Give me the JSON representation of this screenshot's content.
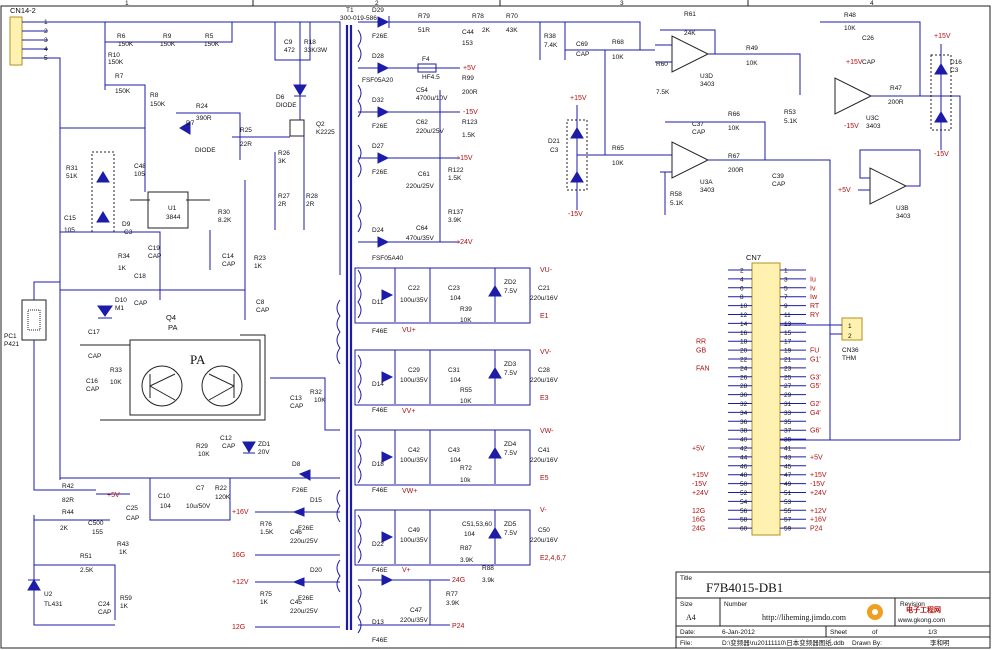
{
  "labels": {
    "cn14": "CN14-2",
    "t1": "T1",
    "t1_code": "300-019-586",
    "cn7": "CN7",
    "cn36": "CN36",
    "thm": "THM",
    "pc1": "PC1",
    "p421": "P421",
    "u1": "U1",
    "u1v": "3844",
    "u2": "U2",
    "u2v": "TL431",
    "q2": "Q2",
    "q2v": "K2225",
    "q4": "Q4",
    "q4v": "PA",
    "pa": "PA",
    "u3d": "U3D",
    "u3a": "U3A",
    "u3c": "U3C",
    "u3b": "U3B",
    "op": "3403",
    "r6": "R6",
    "r6v": "150K",
    "r9": "R9",
    "r9v": "150K",
    "r5": "R5",
    "r5v": "150K",
    "r10": "R10",
    "r10v": "150K",
    "r7": "R7",
    "r7v": "150K",
    "r8": "R8",
    "r8v": "150K",
    "r18": "R18",
    "r18v": "33K/3W",
    "c9": "C9",
    "c9v": "472",
    "d6": "D6",
    "d6v": "DIODE",
    "r24": "R24",
    "r24v": "390R",
    "d7": "D7",
    "d7v": "DIODE",
    "r25": "R25",
    "r25v": "22R",
    "r26": "R26",
    "r26v": "3K",
    "r27": "R27",
    "r27v": "2R",
    "r28": "R28",
    "r28v": "2R",
    "r30": "R30",
    "r30v": "8.2K",
    "r31": "R31",
    "r31v": "51K",
    "c48": "C48",
    "c48v": "105",
    "c15": "C15",
    "c15v": "105",
    "d9": "D9",
    "d9v": "C3",
    "r34": "R34",
    "r34v": "1K",
    "c19": "C19",
    "c19v": "CAP",
    "c18": "C18",
    "c18v": "CAP",
    "c14": "C14",
    "c14v": "CAP",
    "r23": "R23",
    "r23v": "1K",
    "c8": "C8",
    "c8v": "CAP",
    "d10": "D10",
    "d10v": "M1",
    "c17": "C17",
    "c17v": "CAP",
    "r33": "R33",
    "r33v": "10K",
    "c16": "C16",
    "c16v": "CAP",
    "r32": "R32",
    "r32v": "10K",
    "c13": "C13",
    "c13v": "CAP",
    "r29": "R29",
    "r29v": "10K",
    "c12": "C12",
    "c12v": "CAP",
    "zd1": "ZD1",
    "zd1v": "20V",
    "d8": "D8",
    "d8v": "F26E",
    "c10": "C10",
    "c10v": "104",
    "c7": "C7",
    "c7v": "10u/50V",
    "r22": "R22",
    "r22v": "120K",
    "r42": "R42",
    "r42v": "82R",
    "r44": "R44",
    "r44v": "2K",
    "c500": "C500",
    "c500v": "155",
    "c25": "C25",
    "c25v": "CAP",
    "r43": "R43",
    "r43v": "1K",
    "r51": "R51",
    "r51v": "2.5K",
    "c24": "C24",
    "c24v": "CAP",
    "r59": "R59",
    "r59v": "1K",
    "d29": "D29",
    "d29v": "F26E",
    "r79": "R79",
    "r79v": "51R",
    "r78": "R78",
    "r78v": "2K",
    "c44": "C44",
    "c44v": "153",
    "r70": "R70",
    "r70v": "43K",
    "r38": "R38",
    "r38v": "7.4K",
    "c69": "C69",
    "c69v": "CAP",
    "d28": "D28",
    "d28v": "FSF05A20",
    "f4": "F4",
    "f4v": "HF4.5",
    "c54": "C54",
    "c54v": "4700u/10V",
    "r99": "R99",
    "r99v": "200R",
    "d32": "D32",
    "d32v": "F26E",
    "c62": "C62",
    "c62v": "220u/25V",
    "r123": "R123",
    "r123v": "1.5K",
    "d27": "D27",
    "d27v": "F26E",
    "c61": "C61",
    "c61v": "220u/25V",
    "r122": "R122",
    "r122v": "1.5K",
    "r137": "R137",
    "r137v": "3.9K",
    "d24": "D24",
    "d24v": "FSF05A40",
    "c64": "C64",
    "c64v": "470u/35V",
    "d11": "D11",
    "c22": "C22",
    "c22v": "100u/35V",
    "c23": "C23",
    "c23v": "104",
    "r39": "R39",
    "r39v": "10K",
    "zd2": "ZD2",
    "c21": "C21",
    "d14": "D14",
    "c29": "C29",
    "c31": "C31",
    "r55": "R55",
    "zd3": "ZD3",
    "c28": "C28",
    "d18": "D18",
    "c42": "C42",
    "c43": "C43",
    "r72": "R72",
    "r72v": "10k",
    "zd4": "ZD4",
    "c41": "C41",
    "d22": "D22",
    "c49": "C49",
    "c51": "C51,53,60",
    "r87": "R87",
    "r87v": "3.9K",
    "r88": "R88",
    "r88v": "3.9k",
    "zd5": "ZD5",
    "c50": "C50",
    "d13": "D13",
    "c47": "C47",
    "r77": "R77",
    "r77v": "3.9K",
    "d15": "D15",
    "r76": "R76",
    "r76v": "1.5K",
    "c46": "C46",
    "d20": "D20",
    "r75": "R75",
    "r75v": "1K",
    "c45": "C45",
    "f46e": "F46E",
    "f26e": "F26E",
    "v75": "7.5V",
    "c104": "104",
    "c100u": "100u/35V",
    "c220u16": "220u/16V",
    "c220u25": "220u/25V",
    "c47v": "220u/35V",
    "r61": "R61",
    "r61v": "24K",
    "r60": "R60",
    "r60v": "7.5K",
    "r68": "R68",
    "r68v": "10K",
    "r49": "R49",
    "r49v": "10K",
    "d21": "D21",
    "d21v": "C3",
    "r65": "R65",
    "r65v": "10K",
    "c37": "C37",
    "c37v": "CAP",
    "r66": "R66",
    "r66v": "10K",
    "r58": "R58",
    "r58v": "5.1K",
    "r67": "R67",
    "r67v": "200R",
    "c39": "C39",
    "c39v": "CAP",
    "r48": "R48",
    "r48v": "10K",
    "c26": "C26",
    "c26v": "CAP",
    "r53": "R53",
    "r53v": "5.1K",
    "r47": "R47",
    "r47v": "200R",
    "d16": "D16",
    "d16v": "C3"
  },
  "nets": {
    "p5v": "+5V",
    "m15v": "-15V",
    "p15v": "+15V",
    "p24v": "+24V",
    "p16v": "+16V",
    "p12v": "+12V",
    "g16": "16G",
    "g12": "12G",
    "g24": "24G",
    "p24": "P24",
    "vu_m": "VU-",
    "vu_p": "VU+",
    "e1": "E1",
    "vv_m": "VV-",
    "vv_p": "VV+",
    "e3": "E3",
    "vw_m": "VW-",
    "vw_p": "VW+",
    "e5": "E5",
    "v_m": "V-",
    "v_p": "V+",
    "e2467": "E2,4,6,7"
  },
  "cn7": {
    "left_pins": [
      "2",
      "4",
      "6",
      "8",
      "10",
      "12",
      "14",
      "16",
      "18",
      "20",
      "22",
      "24",
      "26",
      "28",
      "30",
      "32",
      "34",
      "36",
      "38",
      "40",
      "42",
      "44",
      "46",
      "48",
      "50",
      "52",
      "54",
      "56",
      "58",
      "60"
    ],
    "right_pins": [
      "1",
      "3",
      "5",
      "7",
      "9",
      "11",
      "13",
      "15",
      "17",
      "19",
      "21",
      "23",
      "25",
      "27",
      "29",
      "31",
      "33",
      "35",
      "37",
      "39",
      "41",
      "43",
      "45",
      "47",
      "49",
      "51",
      "53",
      "55",
      "57",
      "59"
    ],
    "right_signals": [
      "Iu",
      "Iv",
      "Iw",
      "RT",
      "RY",
      "FU",
      "G1'",
      "G3'",
      "G5'",
      "G2'",
      "G4'",
      "G6'"
    ],
    "left_signals": [
      "RR",
      "GB",
      "FAN"
    ],
    "left_power": [
      "+5V",
      "+15V",
      "-15V",
      "+24V",
      "12G",
      "16G",
      "24G"
    ],
    "right_power": [
      "+5V",
      "+15V",
      "-15V",
      "+24V",
      "+12V",
      "+16V",
      "P24"
    ]
  },
  "title_block": {
    "title_label": "Title",
    "title": "F7B4015-DB1",
    "size_label": "Size",
    "size": "A4",
    "number_label": "Number",
    "url": "http://liheming.jimdo.com",
    "revision_label": "Revision",
    "date_label": "Date:",
    "date": "6-Jan-2012",
    "sheet_label": "Sheet",
    "sheet_of": "of",
    "sheet": "1/3",
    "file_label": "File:",
    "file": "D:\\变频器\\ru20111110\\日本变频器图纸.ddb",
    "drawn_label": "Drawn By:",
    "drawn_by": "李和明"
  },
  "watermark": {
    "cn": "电子工程网",
    "url": "www.gkong.com"
  },
  "grid": {
    "top": [
      "1",
      "2",
      "3",
      "4"
    ]
  }
}
